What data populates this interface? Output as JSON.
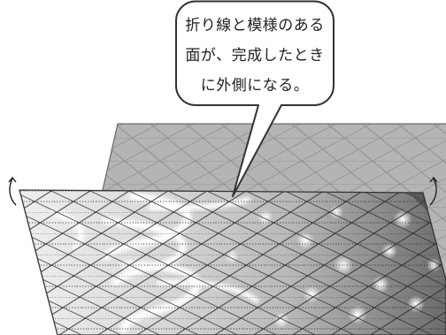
{
  "callout": {
    "lines": [
      "折り線と模様のある",
      "面が、完成したとき",
      "に外側になる。"
    ]
  },
  "colors": {
    "back_sheet": "#b4b4b4",
    "front_sheet": "#d4d4d4",
    "outline": "#333333",
    "bubble_fill": "#ffffff"
  },
  "icons": {
    "left_arrow": "curved-arrow-icon",
    "right_arrow": "curved-arrow-icon"
  }
}
